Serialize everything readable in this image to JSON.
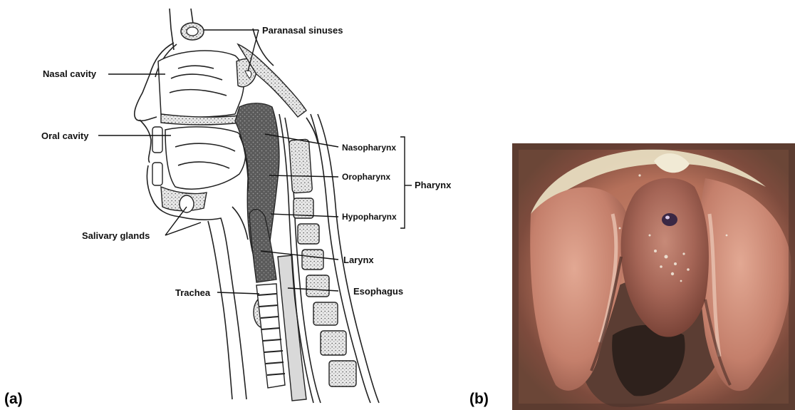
{
  "panel_a": {
    "panel_label": "(a)",
    "labels": {
      "paranasal_sinuses": "Paranasal sinuses",
      "nasal_cavity": "Nasal cavity",
      "oral_cavity": "Oral cavity",
      "nasopharynx": "Nasopharynx",
      "oropharynx": "Oropharynx",
      "pharynx": "Pharynx",
      "hypopharynx": "Hypopharynx",
      "salivary_glands": "Salivary glands",
      "larynx": "Larynx",
      "trachea": "Trachea",
      "esophagus": "Esophagus"
    }
  },
  "panel_b": {
    "panel_label": "(b)"
  }
}
